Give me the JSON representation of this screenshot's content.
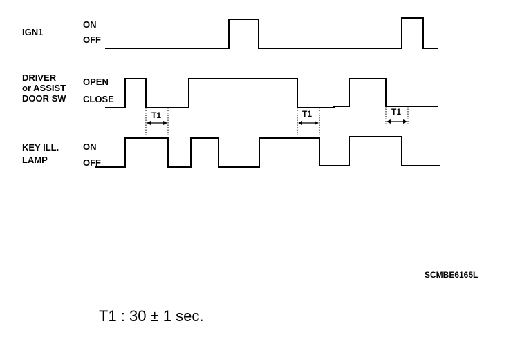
{
  "signals": {
    "ign1": {
      "name": "IGN1",
      "state_high": "ON",
      "state_low": "OFF"
    },
    "door_sw": {
      "name_line1": "DRIVER",
      "name_line2": "or ASSIST",
      "name_line3": "DOOR SW",
      "state_high": "OPEN",
      "state_low": "CLOSE"
    },
    "key_lamp": {
      "name_line1": "KEY ILL.",
      "name_line2": "LAMP",
      "state_high": "ON",
      "state_low": "OFF"
    }
  },
  "timing": {
    "t1_marker": "T1"
  },
  "figure_code": "SCMBE6165L",
  "footnote": "T1 : 30 ± 1 sec."
}
